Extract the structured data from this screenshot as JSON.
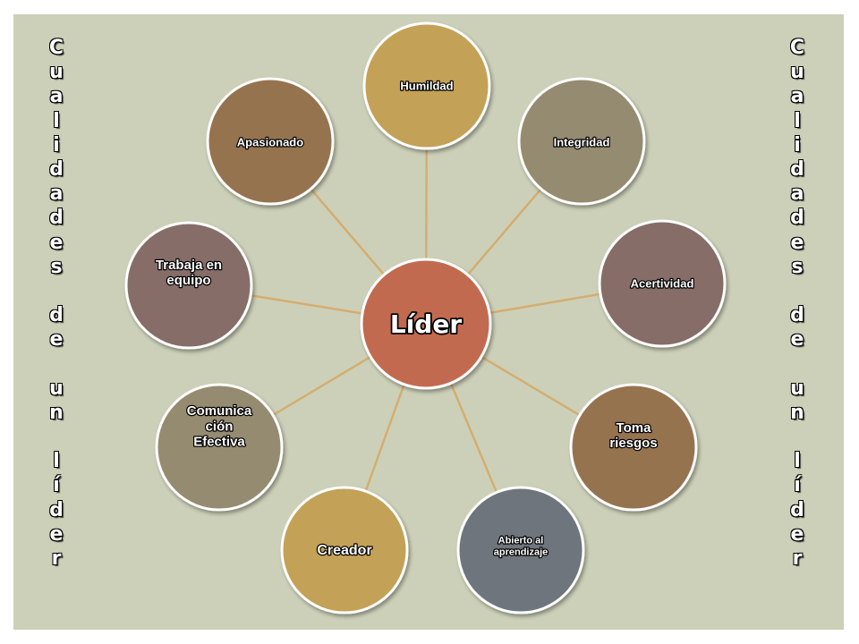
{
  "side_text": {
    "left": "Cualidades de un líder",
    "right": "Cualidades de un líder"
  },
  "diagram": {
    "center": {
      "label": "Líder",
      "color": "#c26a50"
    },
    "connector_color": "#d4ad70",
    "nodes": [
      {
        "id": "humildad",
        "lines": [
          "Humildad"
        ],
        "color": "#c3a157"
      },
      {
        "id": "integridad",
        "lines": [
          "Integridad"
        ],
        "color": "#958b6f"
      },
      {
        "id": "acertividad",
        "lines": [
          "Acertividad"
        ],
        "color": "#866d67"
      },
      {
        "id": "toma-riesgos",
        "lines": [
          "Toma",
          "riesgos"
        ],
        "color": "#967350"
      },
      {
        "id": "abierto-al-aprendizaje",
        "lines": [
          "Abierto al",
          "aprendizaje"
        ],
        "color": "#6e747c"
      },
      {
        "id": "creador",
        "lines": [
          "Creador"
        ],
        "color": "#c3a157"
      },
      {
        "id": "comunicacion-efectiva",
        "lines": [
          "Comunica",
          "ción",
          "Efectiva"
        ],
        "color": "#958b6f"
      },
      {
        "id": "trabaja-en-equipo",
        "lines": [
          "Trabaja en",
          "equipo"
        ],
        "color": "#866d67"
      },
      {
        "id": "apasionado",
        "lines": [
          "Apasionado"
        ],
        "color": "#967350"
      }
    ]
  }
}
